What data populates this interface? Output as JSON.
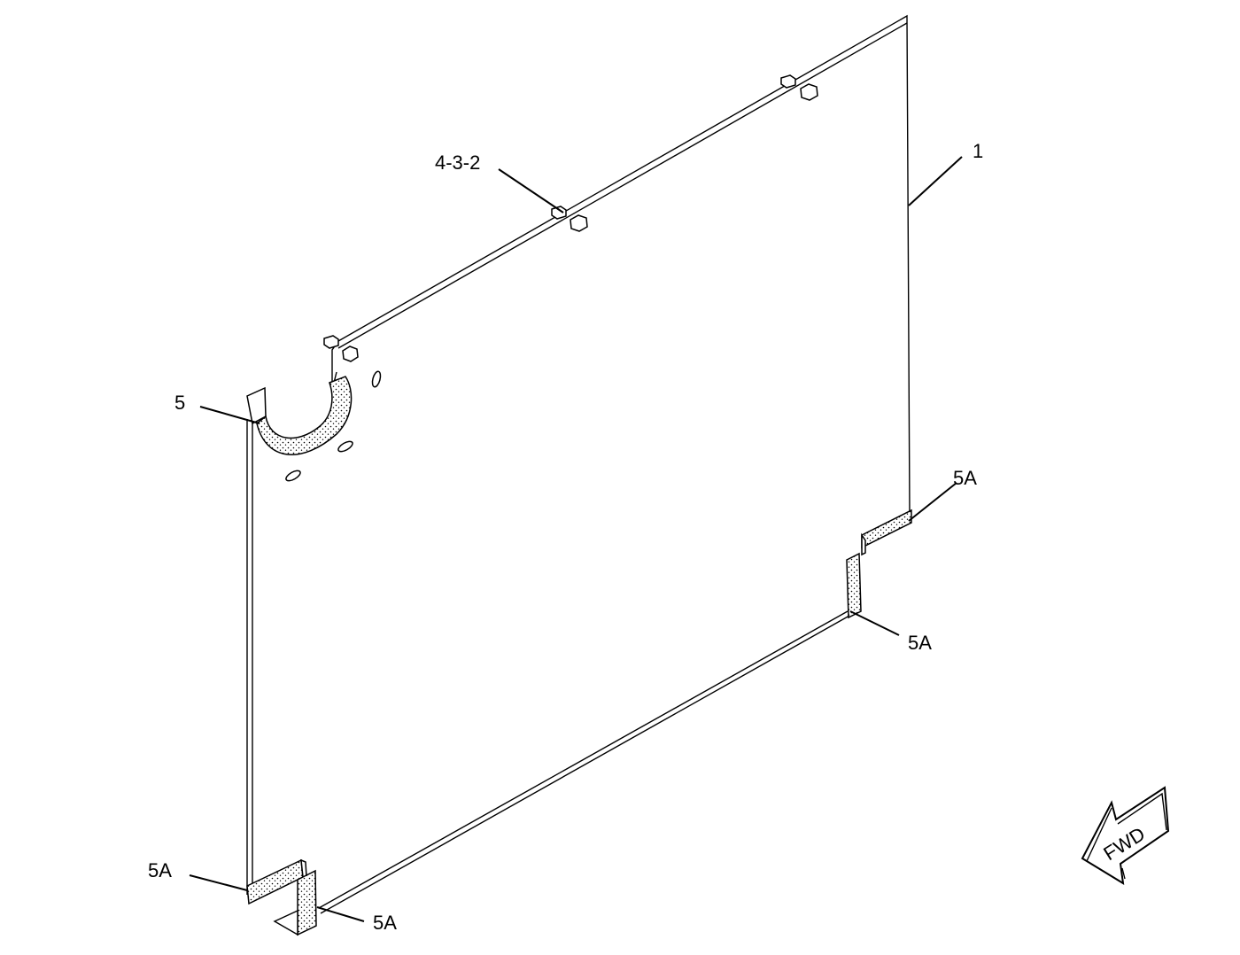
{
  "callouts": {
    "panel": "1",
    "fastener": "4-3-2",
    "seal_upper_left": "5",
    "seal_upper_right": "5A",
    "seal_lower_right": "5A",
    "seal_lower_left": "5A",
    "seal_bottom_corner": "5A"
  },
  "direction_arrow": {
    "label": "FWD"
  }
}
